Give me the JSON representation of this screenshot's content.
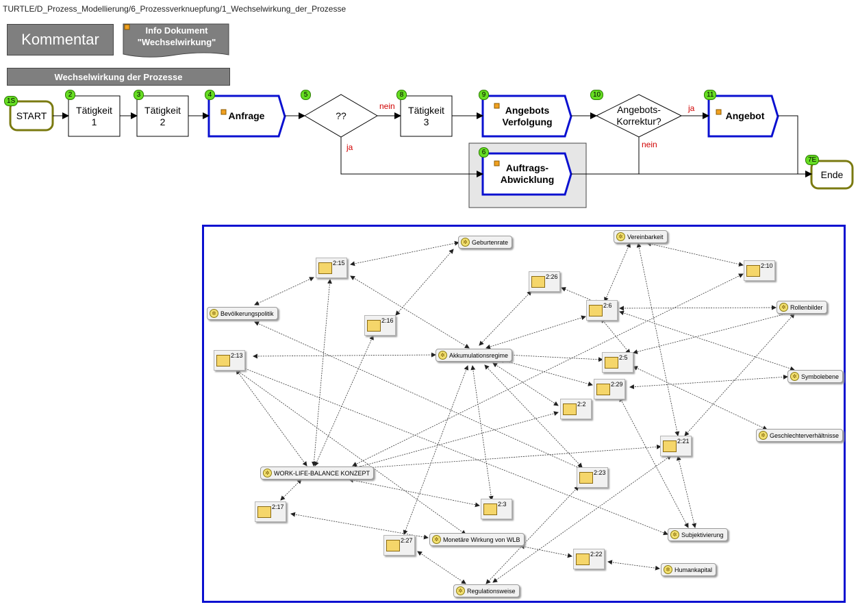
{
  "breadcrumb": "TURTLE/D_Prozess_Modellierung/6_Prozessverknuepfung/1_Wechselwirkung_der_Prozesse",
  "kommentar": "Kommentar",
  "info_doc": {
    "line1": "Info Dokument",
    "line2": "\"Wechselwirkung\""
  },
  "section_title": "Wechselwirkung der Prozesse",
  "process": {
    "start": {
      "num": "1S",
      "label": "START"
    },
    "t1": {
      "num": "2",
      "line1": "Tätigkeit",
      "line2": "1"
    },
    "t2": {
      "num": "3",
      "line1": "Tätigkeit",
      "line2": "2"
    },
    "anfrage": {
      "num": "4",
      "label": "Anfrage"
    },
    "decision1": {
      "num": "5",
      "label": "??"
    },
    "t3": {
      "num": "8",
      "line1": "Tätigkeit",
      "line2": "3"
    },
    "verfolgung": {
      "num": "9",
      "line1": "Angebots",
      "line2": "Verfolgung"
    },
    "decision2": {
      "num": "10",
      "line1": "Angebots-",
      "line2": "Korrektur?"
    },
    "angebot": {
      "num": "11",
      "label": "Angebot"
    },
    "abwicklung": {
      "num": "6",
      "line1": "Auftrags-",
      "line2": "Abwicklung"
    },
    "ende": {
      "num": "7E",
      "label": "Ende"
    },
    "edge_labels": {
      "nein1": "nein",
      "ja1": "ja",
      "ja2": "ja",
      "nein2": "nein"
    }
  },
  "network": {
    "codes": {
      "geburtenrate": "Geburtenrate",
      "vereinbarkeit": "Vereinbarkeit",
      "bevoelkerungspolitik": "Bevölkerungspolitik",
      "rollenbilder": "Rollenbilder",
      "akkumulationsregime": "Akkumulationsregime",
      "symbolebene": "Symbolebene",
      "geschlechterverhaeltnisse": "Geschlechterverhältnisse",
      "wlb_konzept": "WORK-LIFE-BALANCE KONZEPT",
      "subjektivierung": "Subjektivierung",
      "monetaere": "Monetäre Wirkung von WLB",
      "humankapital": "Humankapital",
      "regulationsweise": "Regulationsweise"
    },
    "quotes": {
      "q215": "2:15",
      "q210": "2:10",
      "q226": "2:26",
      "q26": "2:6",
      "q216": "2:16",
      "q213": "2:13",
      "q25": "2:5",
      "q229": "2:29",
      "q22": "2:2",
      "q221": "2:21",
      "q223": "2:23",
      "q217": "2:17",
      "q23": "2:3",
      "q227": "2:27",
      "q222": "2:22"
    }
  },
  "colors": {
    "blue_border": "#0a10d0",
    "olive_border": "#7a7a10",
    "number_badge": "#66dd22",
    "grey_box": "#7f7f7f",
    "red_label": "#d00000"
  }
}
